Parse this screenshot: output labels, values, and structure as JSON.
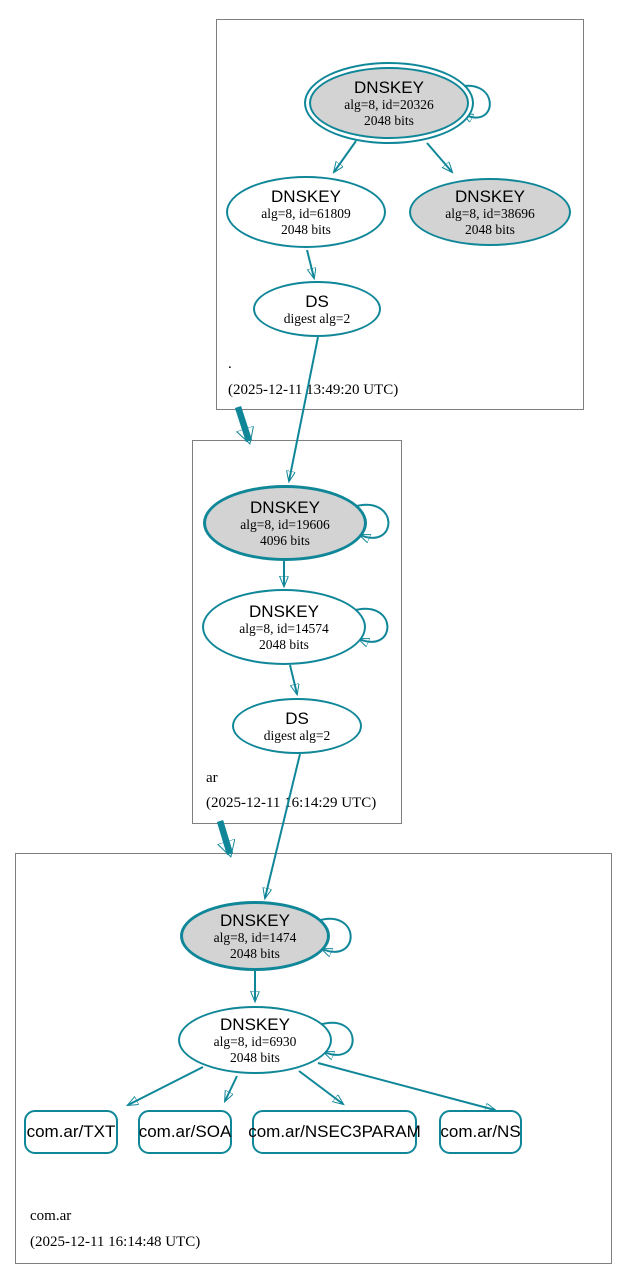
{
  "colors": {
    "accent_teal": "#108799",
    "ksk_fill_gray": "#d3d3d3",
    "node_fill_white": "#ffffff",
    "zone_border_gray": "#7f7f7f",
    "text_black": "#000000"
  },
  "zones": [
    {
      "name": ".",
      "timestamp": "(2025-12-11 13:49:20 UTC)",
      "nodes": {
        "ksk": {
          "title": "DNSKEY",
          "alg": "alg=8, id=20326",
          "bits": "2048 bits"
        },
        "zsk": {
          "title": "DNSKEY",
          "alg": "alg=8, id=61809",
          "bits": "2048 bits"
        },
        "standby": {
          "title": "DNSKEY",
          "alg": "alg=8, id=38696",
          "bits": "2048 bits"
        },
        "ds": {
          "title": "DS",
          "detail": "digest alg=2"
        }
      }
    },
    {
      "name": "ar",
      "timestamp": "(2025-12-11 16:14:29 UTC)",
      "nodes": {
        "ksk": {
          "title": "DNSKEY",
          "alg": "alg=8, id=19606",
          "bits": "4096 bits"
        },
        "zsk": {
          "title": "DNSKEY",
          "alg": "alg=8, id=14574",
          "bits": "2048 bits"
        },
        "ds": {
          "title": "DS",
          "detail": "digest alg=2"
        }
      }
    },
    {
      "name": "com.ar",
      "timestamp": "(2025-12-11 16:14:48 UTC)",
      "nodes": {
        "ksk": {
          "title": "DNSKEY",
          "alg": "alg=8, id=1474",
          "bits": "2048 bits"
        },
        "zsk": {
          "title": "DNSKEY",
          "alg": "alg=8, id=6930",
          "bits": "2048 bits"
        }
      },
      "records": [
        {
          "label": "com.ar/TXT"
        },
        {
          "label": "com.ar/SOA"
        },
        {
          "label": "com.ar/NSEC3PARAM"
        },
        {
          "label": "com.ar/NS"
        }
      ]
    }
  ]
}
